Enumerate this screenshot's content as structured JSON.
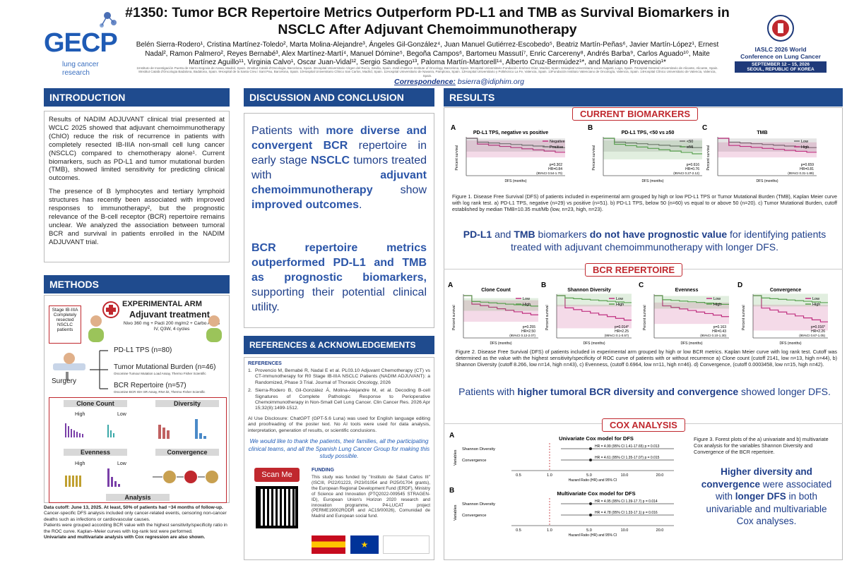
{
  "header": {
    "title_line1": "#1350: Tumor BCR Repertoire Metrics Outperform PD-L1 and TMB as Survival Biomarkers in",
    "title_line2": "NSCLC After Adjuvant Chemoimmunotherapy",
    "authors": "Belén Sierra-Rodero¹, Cristina Martínez-Toledo², Marta Molina-Alejandre³, Ángeles Gil-González⁴, Juan Manuel Gutiérrez-Escobedo⁵, Beatriz Martín-Peñas⁶, Javier Martín-López¹, Ernest Nadal², Ramon Palmero², Reyes Bernabé³, Alex Martínez-Martí⁴, Manuel Dómine⁵, Begoña Campos⁶, Bartomeu Massutí⁷, Enric Carcereny⁸, Andrés Barba⁹, Carlos Aguado¹⁰, Maite Martínez Aguillo¹¹, Virginia Calvo¹, Oscar Juan-Vidal¹², Sergio Sandiego¹³, Paloma Martín-Martorell¹⁴, Alberto Cruz-Bermúdez¹*, and Mariano Provencio¹*",
    "correspondence_label": "Correspondence:",
    "correspondence_email": "bsierra@idiphim.org",
    "logo_text": "GECP",
    "logo_sub1": "lung cancer",
    "logo_sub2": "research",
    "conf_line1": "IASLC 2026 World",
    "conf_line2": "Conference on Lung Cancer",
    "conf_dates": "SEPTEMBER 12 – 15, 2026",
    "conf_place": "SEOUL, REPUBLIC OF KOREA"
  },
  "intro": {
    "header": "INTRODUCTION",
    "p1": "Results of NADIM ADJUVANT clinical trial presented at WCLC 2025 showed that adjuvant chemoimmunotherapy (ChIO) reduce the risk of recurrence in patients with completely resected IB-IIIA non-small cell lung cancer (NSCLC) compared to chemotherapy alone¹. Current biomarkers, such as PD-L1 and tumor mutational burden (TMB), showed limited sensitivity for predicting clinical outcomes.",
    "p2": "The presence of B lymphocytes and tertiary lymphoid structures has recently been associated with improved responses to immunotherapy², but the prognostic relevance of the B-cell receptor (BCR) repertoire remains unclear. We analyzed the association between tumoral BCR and survival in patients enrolled in the NADIM ADJUVANT trial."
  },
  "methods": {
    "header": "METHODS",
    "arm_title": "EXPERIMENTAL ARM",
    "arm_sub": "Adjuvant treatment",
    "arm_detail1": "Nivo 360 mg + Pacli 200 mg/m2 + Carbo AUC5",
    "arm_detail2": "IV, Q3W, 4 cycles",
    "stage_box": "Stage IB-IIIA Completely resected NSCLC patients",
    "surgery": "Surgery",
    "pdl1": "PD-L1 TPS (n=80)",
    "tmb": "Tumor Mutational Burden (n=46)",
    "tmb_sub": "Oncomine Tumour Mutation Load Assay, Thermo Fisher Scientific",
    "bcr": "BCR Repertoire (n=57)",
    "bcr_sub": "Oncomine BCR IGH SR Assay, RNA kit, Thermo Fisher Scientific",
    "clone_count": "Clone Count",
    "diversity": "Diversity",
    "evenness": "Evenness",
    "convergence": "Convergence",
    "high": "High",
    "low": "Low",
    "analysis": "Analysis",
    "note1": "Data cutoff: June 13, 2025. At least, 50% of patients had ~34 months of follow-up.",
    "note2": "Cancer-specific DFS analysis included only cancer-related events, censoring non-cancer deaths such as infections or cardiovascular causes.",
    "note3": "Patients were grouped according BCR value with the highest sensitivity/specificity ratio in the ROC curve. Kaplan–Meier curves with log-rank test were performed.",
    "note4": "Univariate and multivariate analysis with Cox regression are also shown."
  },
  "discussion": {
    "header": "DISCUSSION AND CONCLUSION",
    "s1a": "Patients with ",
    "s1b": "more diverse and convergent BCR",
    "s1c": " repertoire in early stage ",
    "s1d": "NSCLC",
    "s1e": " tumors treated with ",
    "s1f": "adjuvant chemoimmunotherapy",
    "s1g": " show ",
    "s1h": "improved outcomes",
    "s2a": "BCR repertoire metrics outperformed PD-L1 and TMB as prognostic biomarkers,",
    "s2b": " supporting their potential clinical utility."
  },
  "references": {
    "header": "REFERENCES & ACKNOWLEDGEMENTS",
    "label": "REFERENCES",
    "r1": "Provencio M, Bernabé R, Nadal E et al. PL03.10 Adjuvant Chemotherapy (CT) vs CT-immunotherapy for R0 Stage IB-IIIA NSCLC Patients (NADIM ADJUVANT): a Randomized, Phase 3 Trial. Journal of Thoracic Oncology, 2026",
    "r2": "Sierra-Rodero B, Gil-González Á, Molina-Alejandre M, et al. Decoding B-cell Signatures of Complete Pathologic Response to Perioperative Chemoimmunotherapy in Non-Small Cell Lung Cancer. Clin Cancer Res. 2026 Apr 15;32(8):1499-1512.",
    "ai": "AI Use Disclosure: ChatGPT (GPT-5.6 Luna) was used for English language editing and proofreading of the poster text. No AI tools were used for data analysis, interpretation, generation of results, or scientific conclusions.",
    "thanks": "We would like to thank the patients, their families, all the participating clinical teams, and all the Spanish Lung Cancer Group for making this study possible.",
    "scan": "Scan Me",
    "funding_label": "FUNDING",
    "funding": "This study was funded by \"Instituto de Salud Carlos III\" (ISCIII, PI22/01223, PI23/01054 and PI25/01704 grants), the European Regional Development Fund (ERDF), Ministry of Science and Innovation (PTQ2022-009545 STRAGEN-ID), European Union's Horizon 2020 research and innovation programme, P4-LUCAT project (PERME19002RODR and AC19/00026), Comunidad de Madrid and European social fund."
  },
  "results": {
    "header": "RESULTS",
    "cur_title": "CURRENT BIOMARKERS",
    "a_title": "PD-L1 TPS, negative vs positive",
    "b_title": "PD-L1 TPS, <50 vs ≥50",
    "c_title": "TMB",
    "a_leg": [
      "Negative",
      "Positive"
    ],
    "b_leg": [
      "<50",
      "≥50"
    ],
    "c_leg": [
      "Low",
      "High"
    ],
    "a_stats": "p=0.302 HR=0.84 (95%CI 0.54-1.70)",
    "b_stats": "p=0.616 HR=0.76 (95%CI 0.27-2.12)",
    "c_stats": "p=0.659 HR=0.81 (95%CI 0.31-1.89)",
    "ylab": "Percent survival",
    "xlab": "DFS (months)",
    "fig1": "Figure 1. Disease Free Survival (DFS) of patients included in experimental arm grouped by high or low PD-L1 TPS or Tumor Mutational Burden (TMB), Kaplan Meier curve with log rank test. a) PD-L1 TPS, negative (n=29) vs positive (n=51). b) PD-L1 TPS, below 50 (n=60) vs equal to or above 50 (n=20). c) Tumor Mutational Burden, cutoff established by median TMB=10.35 mut/Mb (low, n=23, high, n=23).",
    "cur_msg_a": "PD-L1",
    "cur_msg_b": " and ",
    "cur_msg_c": "TMB",
    "cur_msg_d": " biomarkers ",
    "cur_msg_e": "do not have prognostic value",
    "cur_msg_f": " for identifying patients treated with adjuvant chemoimmunotherapy with longer DFS.",
    "bcr_title": "BCR REPERTOIRE",
    "ba": "Clone Count",
    "bb": "Shannon Diversity",
    "bc": "Evenness",
    "bd": "Convergence",
    "ba_stats": "p=0.255 HR=2.50 (95%CI 0.12-2.07)",
    "bb_stats": "p=0.014* HR=2.25 (95%CI 0.1-0.57)",
    "bc_stats": "p=0.163 HR=0.43 (95%CI 0.10-1.30)",
    "bd_stats": "p=0.016* HR=2.26 (95%CI 0.67-1.05)",
    "fig2": "Figure 2. Disease Free Survival (DFS) of patients included in experimental arm grouped by high or low BCR metrics. Kaplan Meier curve with log rank test. Cutoff was determined as the value with the highest sensitivity/specificity of ROC curve of patients with or without recurrence a) Clone count (cutoff 2141, low n=13, high n=44), b) Shannon Diversity (cutoff 8.266, low n=14, high n=43), c) Evenness, (cutoff 0.6964, low n=11, high n=46). d) Convergence, (cutoff 0.0003458, low n=15, high n=42).",
    "bcr_msg_a": "Patients with ",
    "bcr_msg_b": "higher tumoral BCR diversity and convergence",
    "bcr_msg_c": " showed longer DFS.",
    "cox_title": "COX ANALYSIS",
    "cox_a": "Univariate Cox model for DFS",
    "cox_b": "Multivariate Cox model for DFS",
    "cox_rows": [
      "Shannon Diversity",
      "Convergence"
    ],
    "cox_a_vals": [
      "HR = 4.99 (95% CI 1.41-17.65) p = 0.013",
      "HR = 4.61 (95% CI 1.35-17.07) p = 0.015"
    ],
    "cox_b_vals": [
      "HR = 4.95 (95% CI 1.39-17.7) p = 0.014",
      "HR = 4.78 (95% CI 1.33-17.1) p = 0.016"
    ],
    "cox_xlab": "Hazard Ratio (HR) and 95% CI",
    "cox_ylab": "Variables",
    "cox_ticks": [
      "0.5",
      "1.0",
      "5.0",
      "10.0",
      "20.0"
    ],
    "fig3": "Figure 3. Forest plots of the a) univariate and b) multivariate Cox analysis for the variables Shannon Diversity and Convergence of the BCR repertoire.",
    "cox_msg_a": "Higher diversity and convergence",
    "cox_msg_b": " were associated with ",
    "cox_msg_c": "longer DFS",
    "cox_msg_d": " in both univariable and multivariable Cox analyses."
  }
}
